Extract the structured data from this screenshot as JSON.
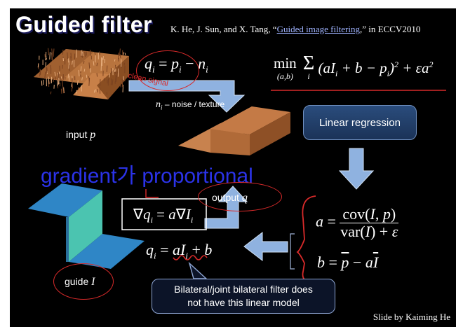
{
  "slide": {
    "title": "Guided filter",
    "citation_prefix": "K. He, J. Sun, and X. Tang, “",
    "citation_link": "Guided image filtering",
    "citation_suffix": ",” in ECCV2010",
    "credit": "Slide by Kaiming He"
  },
  "equations": {
    "q_def": "q_i = p_i − n_i",
    "min_obj": "min_(a,b) Σ_i (aI_i + b − p_i)^2 + εa^2",
    "gradient": "∇q_i = a∇I_i",
    "linear_model": "q_i = aI_i + b",
    "a_eq": "a = cov(I, p) / (var(I) + ε)",
    "b_eq": "b = p̄ − aĪ"
  },
  "labels": {
    "clean_signal": "clean signal",
    "noise": "n_i – noise / texture",
    "input_p": "input p",
    "output_q": "output q",
    "guide_I": "guide I",
    "linear_regression": "Linear regression",
    "gradient_text": "gradient가 proportional",
    "callout_line1": "Bilateral/joint bilateral filter does",
    "callout_line2": "not have this linear model"
  },
  "colors": {
    "background": "#000000",
    "annotation_red": "#d82a2a",
    "gradient_text_blue": "#2b33e8",
    "arrow_blue": "#8fb2e0",
    "box_blue": "#2a4c7c"
  }
}
